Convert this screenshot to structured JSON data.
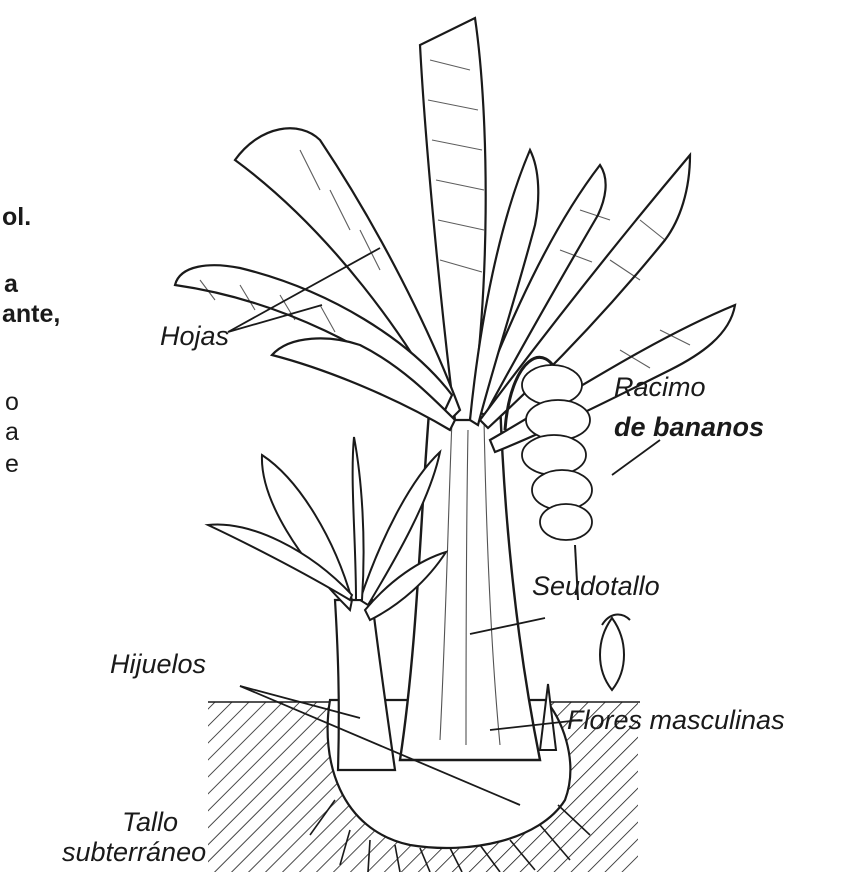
{
  "cropped_text": {
    "line1": "ol.",
    "line2": "a",
    "line3": "ante,",
    "line4": "o",
    "line5": "a",
    "line6": "e"
  },
  "labels": {
    "hojas": "Hojas",
    "racimo_line1": "Racimo",
    "racimo_line2": "de bananos",
    "seudotallo": "Seudotallo",
    "hijuelos": "Hijuelos",
    "flores": "Flores masculinas",
    "tallo_line1": "Tallo",
    "tallo_line2": "subterráneo"
  },
  "colors": {
    "ink": "#1a1a1a",
    "background": "#ffffff"
  }
}
